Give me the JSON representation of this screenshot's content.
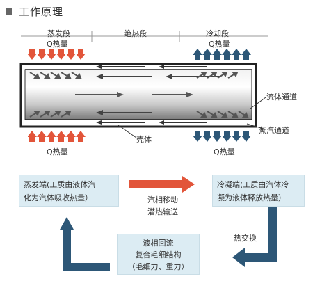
{
  "title": "工作原理",
  "pipe": {
    "sections": {
      "evaporator": "蒸发段",
      "adiabatic": "绝热段",
      "condenser": "冷却段"
    },
    "heat_top_left": "Q热量",
    "heat_top_right": "Q热量",
    "heat_bottom_left": "Q热量",
    "heat_bottom_right": "Q热量",
    "callouts": {
      "fluid_channel": "流体通道",
      "vapor_channel": "蒸汽通道",
      "shell": "壳体"
    },
    "colors": {
      "heat_in": "#e2553a",
      "heat_out": "#2d5777"
    }
  },
  "cycle": {
    "evaporator_box": "蒸发端(工质由液体汽化为汽体吸收热量）",
    "evaporator_box_l1": "蒸发端(工质由液体汽",
    "evaporator_box_l2": "化为汽体吸收热量）",
    "condenser_box_l1": "冷凝端(工质由汽体冷",
    "condenser_box_l2": "凝为液体释放热量）",
    "move_label_l1": "汽相移动",
    "move_label_l2": "潜热输送",
    "exchange_label": "热交换",
    "return_box_l1": "液相回流",
    "return_box_l2": "复合毛细结构",
    "return_box_l3": "（毛细力、重力）",
    "colors": {
      "arrow_red": "#e2553a",
      "arrow_blue": "#2d5777"
    }
  }
}
